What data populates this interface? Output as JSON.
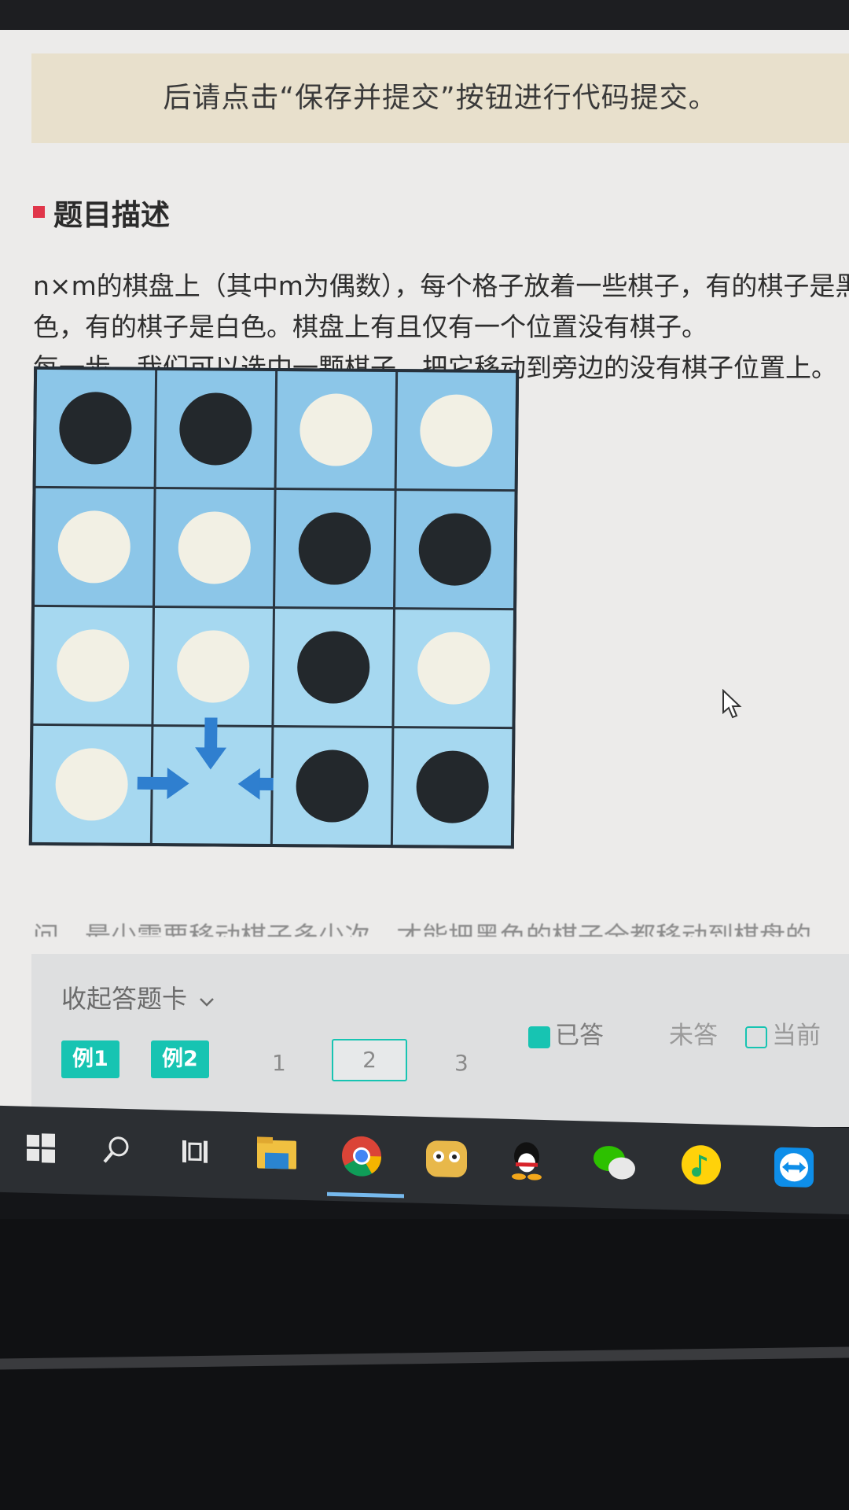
{
  "notice": {
    "text": "后请点击“保存并提交”按钮进行代码提交。"
  },
  "section": {
    "title": "题目描述"
  },
  "description": {
    "line1": "n×m的棋盘上（其中m为偶数），每个格子放着一些棋子，有的棋子是黑",
    "line2": "色，有的棋子是白色。棋盘上有且仅有一个位置没有棋子。",
    "line3": "每一步，我们可以选中一颗棋子，把它移动到旁边的没有棋子位置上。",
    "partial_line": "问，最少需要移动棋子多少次，才能把黑色的棋子全都移动到棋盘的左半"
  },
  "board": {
    "rows": [
      [
        "black",
        "black",
        "white",
        "white"
      ],
      [
        "white",
        "white",
        "black",
        "black"
      ],
      [
        "white",
        "white",
        "black",
        "white"
      ],
      [
        "white",
        "empty",
        "black",
        "black"
      ]
    ],
    "arrows": [
      "arrow-down",
      "arrow-right",
      "arrow-left"
    ],
    "colors": {
      "cell": "#8cc6e8",
      "black_stone": "#23282c",
      "white_stone": "#f2f0e4",
      "arrow": "#2f7fcf"
    }
  },
  "answer_card": {
    "collapse_label": "收起答题卡",
    "collapse_icon": "chevron-down-icon",
    "legend": {
      "answered": "已答",
      "unanswered": "未答",
      "current": "当前"
    },
    "examples": [
      "例1",
      "例2"
    ],
    "questions": [
      "1",
      "2",
      "3"
    ],
    "current_question": "2",
    "accent": "#17c4b2"
  },
  "taskbar": {
    "items": [
      "windows-start-icon",
      "search-icon",
      "task-view-icon",
      "file-explorer-icon",
      "chrome-icon",
      "raccoon-app-icon",
      "qq-icon",
      "wechat-icon",
      "music-icon",
      "teamviewer-icon"
    ]
  }
}
